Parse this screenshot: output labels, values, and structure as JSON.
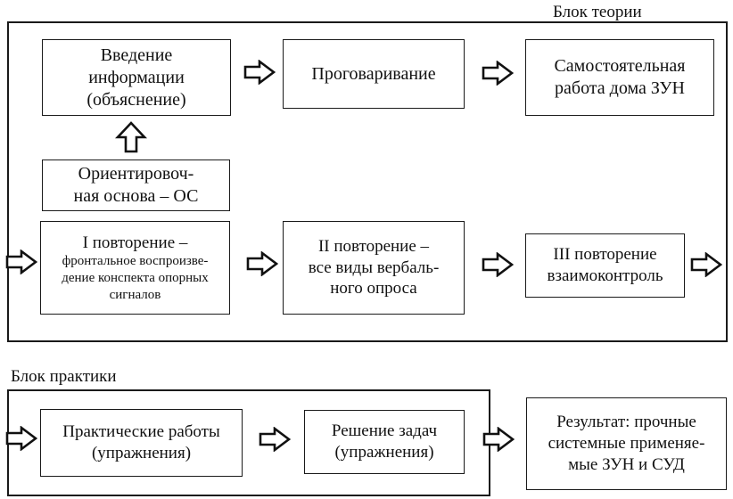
{
  "theory": {
    "title": "Блок теории",
    "intro": [
      "Введение",
      "информации",
      "(объяснение)"
    ],
    "speaking": [
      "Проговаривание"
    ],
    "homework": [
      "Самостоятельная",
      "работа дома ЗУН"
    ],
    "basis": [
      "Ориентировоч-",
      "ная основа – ОС"
    ],
    "rep1": {
      "title": "I повторение –",
      "lines": [
        "фронтальное воспроизве-",
        "дение конспекта опорных",
        "сигналов"
      ]
    },
    "rep2": [
      "II повторение –",
      "все виды вербаль-",
      "ного  опроса"
    ],
    "rep3": [
      "III повторение",
      "взаимоконтроль"
    ]
  },
  "practice": {
    "title": "Блок практики",
    "works": [
      "Практические работы",
      "(упражнения)"
    ],
    "tasks": [
      "Решение задач",
      "(упражнения)"
    ]
  },
  "result": [
    "Результат: прочные",
    "системные применяе-",
    "мые ЗУН и СУД"
  ]
}
